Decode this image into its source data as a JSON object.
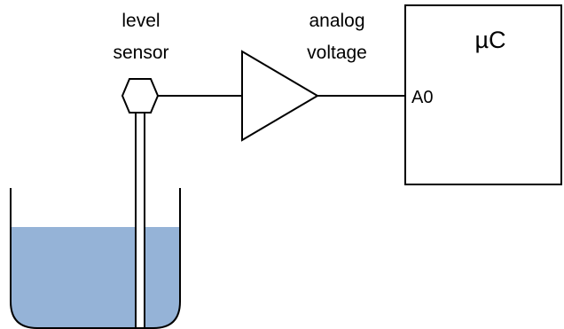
{
  "labels": {
    "sensor_line1": "level",
    "sensor_line2": "sensor",
    "amp_line1": "analog",
    "amp_line2": "voltage",
    "mcu_title": "µC",
    "mcu_pin": "A0"
  },
  "colors": {
    "liquid": "#95b3d7",
    "stroke": "#000000",
    "background": "#ffffff"
  },
  "liquid_level_fraction": 0.72
}
